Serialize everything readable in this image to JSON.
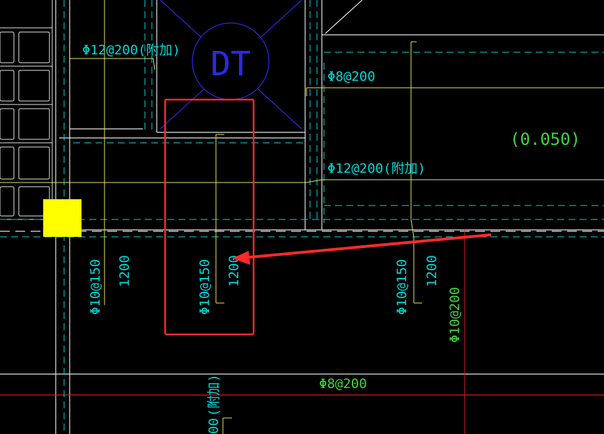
{
  "drawing": {
    "elevator_mark": "DT",
    "elevation_label": "(0.050)",
    "colors": {
      "background": "#000000",
      "cyan": "#00d8d8",
      "yellow": "#e6e65a",
      "green": "#3fd53f",
      "blue": "#2a2ae6",
      "white": "#e6e6e6",
      "red": "#ff2a2a",
      "highlight": "#ffff00"
    },
    "rebar_labels": {
      "top_left": "Φ12@200(附加)",
      "mid_right_1": "Φ8@200",
      "mid_right_2": "Φ12@200(附加)",
      "bottom_horizontal": "Φ8@200",
      "vertical_1_spec": "Φ10@150",
      "vertical_1_length": "1200",
      "vertical_2_spec": "Φ10@150",
      "vertical_2_length": "1200",
      "vertical_3_spec": "Φ10@150",
      "vertical_3_length": "1200",
      "vertical_green": "Φ10@200",
      "bottom_partial_1": "(附加)",
      "bottom_partial_2": "00"
    }
  }
}
